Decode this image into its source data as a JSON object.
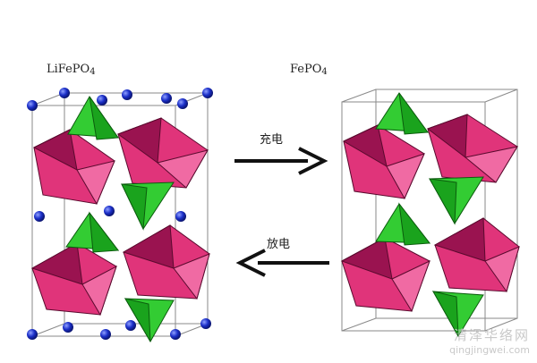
{
  "left_structure": {
    "label_main": "LiFePO",
    "label_sub": "4"
  },
  "right_structure": {
    "label_main": "FePO",
    "label_sub": "4"
  },
  "arrows": {
    "charge_label": "充电",
    "discharge_label": "放电"
  },
  "watermark": {
    "text": "清泽华络网",
    "url": "qingjingwei.com"
  },
  "colors": {
    "octahedron": "#e0347a",
    "octahedron_dark": "#9a1350",
    "tetrahedron": "#33cc33",
    "tetrahedron_dark": "#0f8a12",
    "lithium_atom": "#1b2fc8",
    "cell_edge": "#8a8a8a",
    "arrow": "#111111"
  }
}
